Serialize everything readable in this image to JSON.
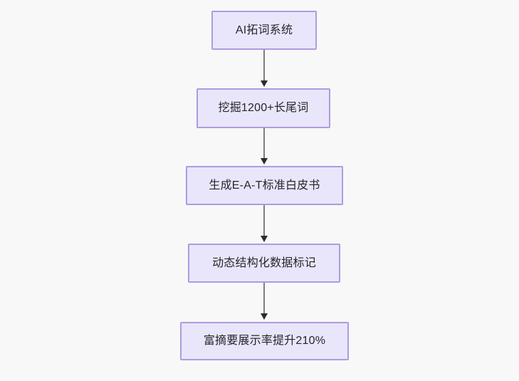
{
  "diagram": {
    "background_color": "#f8f8f8",
    "node_fill_color": "#e9e6fb",
    "node_border_color": "#b09ae0",
    "node_text_color": "#26262b",
    "connector_color": "#7e7e7e",
    "arrowhead_color": "#2b2b2b",
    "orientation": "top-to-bottom",
    "nodes": [
      {
        "id": "node-1",
        "label": "AI拓词系统"
      },
      {
        "id": "node-2",
        "label": "挖掘1200+长尾词"
      },
      {
        "id": "node-3",
        "label": "生成E-A-T标准白皮书"
      },
      {
        "id": "node-4",
        "label": "动态结构化数据标记"
      },
      {
        "id": "node-5",
        "label": "富摘要展示率提升210%"
      }
    ],
    "edges": [
      {
        "id": "edge-1-2",
        "from": "node-1",
        "to": "node-2",
        "label": ""
      },
      {
        "id": "edge-2-3",
        "from": "node-2",
        "to": "node-3",
        "label": ""
      },
      {
        "id": "edge-3-4",
        "from": "node-3",
        "to": "node-4",
        "label": ""
      },
      {
        "id": "edge-4-5",
        "from": "node-4",
        "to": "node-5",
        "label": ""
      }
    ]
  }
}
